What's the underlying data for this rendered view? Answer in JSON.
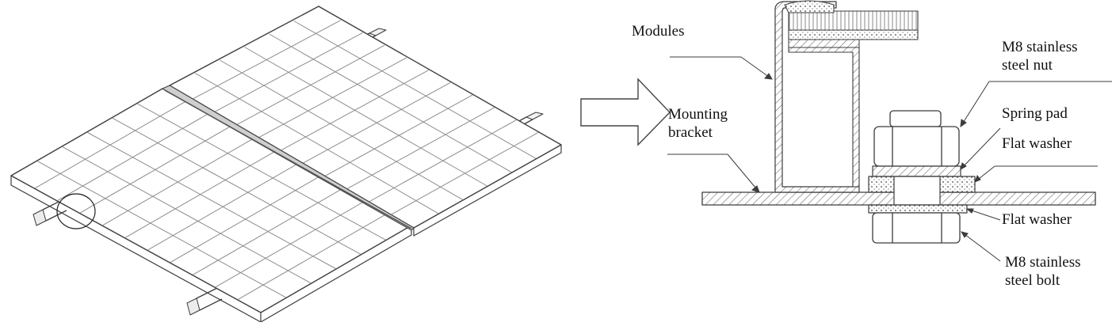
{
  "labels": {
    "modules": "Modules",
    "mounting_bracket": "Mounting\nbracket",
    "nut": "M8 stainless\nsteel nut",
    "spring_pad": "Spring pad",
    "flat_washer_top": "Flat washer",
    "flat_washer_bottom": "Flat washer",
    "bolt": "M8 stainless\nsteel bolt"
  },
  "colors": {
    "line": "#3c3c3c",
    "grid": "#8c8c8c",
    "hatch": "#707070",
    "text": "#111111"
  },
  "panel": {
    "modules": 2,
    "cells_per_module_across": 6,
    "cells_along": 11
  }
}
